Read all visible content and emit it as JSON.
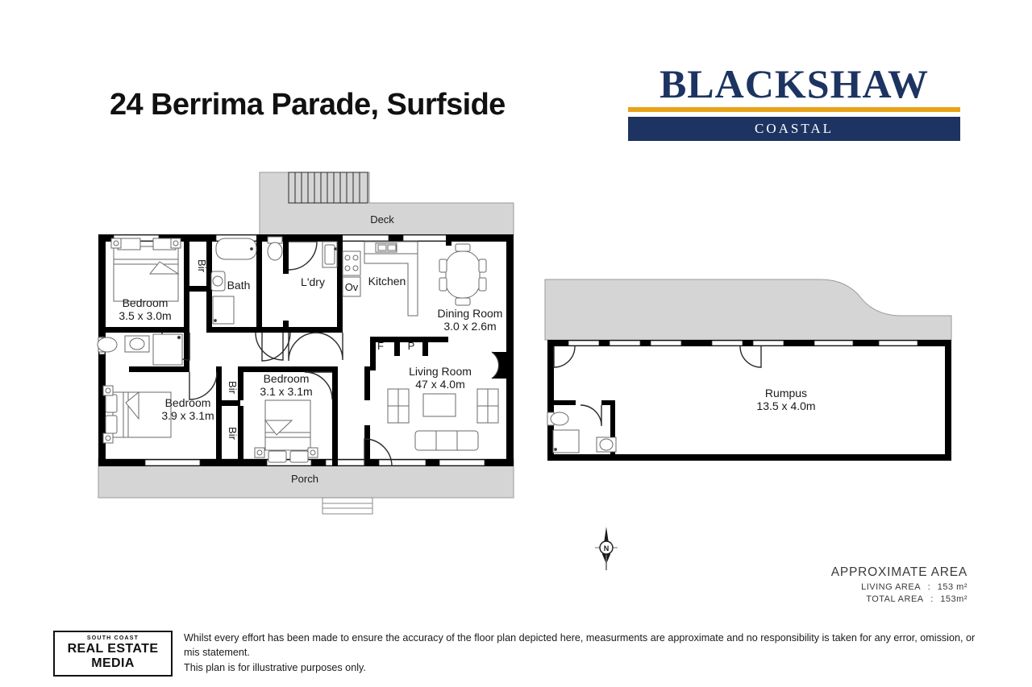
{
  "header": {
    "title": "24 Berrima Parade, Surfside"
  },
  "brand": {
    "wordmark": "BLACKSHAW",
    "sub": "COASTAL",
    "navy": "#1d3462",
    "gold": "#e8a31b"
  },
  "plan": {
    "outdoor": {
      "deck": "Deck",
      "porch": "Porch"
    },
    "rooms": [
      {
        "name": "Bedroom",
        "dims": "3.5 x 3.0m"
      },
      {
        "name": "Bath",
        "dims": ""
      },
      {
        "name": "L'dry",
        "dims": ""
      },
      {
        "name": "Kitchen",
        "dims": ""
      },
      {
        "name": "Dining Room",
        "dims": "3.0 x 2.6m"
      },
      {
        "name": "Living Room",
        "dims": "47 x 4.0m"
      },
      {
        "name": "Bedroom",
        "dims": "3.9 x 3.1m"
      },
      {
        "name": "Bedroom",
        "dims": "3.1 x 3.1m"
      },
      {
        "name": "Rumpus",
        "dims": "13.5 x 4.0m"
      }
    ],
    "fixtures": {
      "robe": "Bir",
      "oven": "Ov",
      "fridge": "F",
      "pantry": "P"
    },
    "compass": {
      "north": "N"
    },
    "fill_color": "#d5d5d5",
    "wall_color": "#000000"
  },
  "area": {
    "heading": "APPROXIMATE AREA",
    "rows": [
      {
        "label": "LIVING  AREA",
        "sep": ":",
        "value": "153 m²"
      },
      {
        "label": "TOTAL AREA",
        "sep": ":",
        "value": "153m²"
      }
    ]
  },
  "footer": {
    "media_logo_top": "SOUTH COAST",
    "media_logo_main": "REAL ESTATE MEDIA",
    "disclaimer_line1": "Whilst every effort has been made to ensure the accuracy of the floor plan depicted here, measurments are approximate and no responsibility is taken for any error, omission, or mis statement.",
    "disclaimer_line2": "This plan is for illustrative purposes only."
  }
}
